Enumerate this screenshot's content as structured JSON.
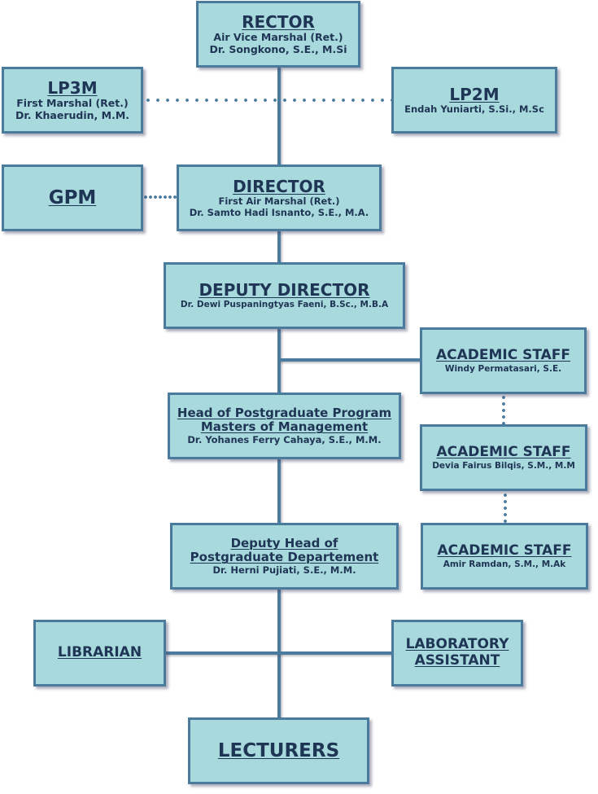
{
  "org_chart": {
    "rector": {
      "title": "RECTOR",
      "lines": [
        "Air Vice Marshal (Ret.)",
        "Dr. Songkono, S.E., M.Si"
      ]
    },
    "lp3m": {
      "title": "LP3M",
      "lines": [
        "First Marshal (Ret.)",
        "Dr. Khaerudin, M.M."
      ]
    },
    "lp2m": {
      "title": "LP2M",
      "lines": [
        "Endah Yuniarti, S.Si., M.Sc"
      ]
    },
    "gpm": {
      "title": "GPM"
    },
    "director": {
      "title": "DIRECTOR",
      "lines": [
        "First Air Marshal (Ret.)",
        "Dr. Samto Hadi Isnanto, S.E., M.A."
      ]
    },
    "deputy_director": {
      "title": "DEPUTY DIRECTOR",
      "lines": [
        "Dr. Dewi Puspaningtyas Faeni, B.Sc., M.B.A"
      ]
    },
    "academic_staff": [
      {
        "title": "ACADEMIC STAFF",
        "name": "Windy Permatasari, S.E."
      },
      {
        "title": "ACADEMIC STAFF",
        "name": "Devia Fairus Bilqis, S.M., M.M"
      },
      {
        "title": "ACADEMIC STAFF",
        "name": "Amir Ramdan, S.M., M.Ak"
      }
    ],
    "head_postgrad": {
      "title_lines": [
        "Head of Postgraduate Program",
        "Masters of Management"
      ],
      "name": "Dr. Yohanes Ferry Cahaya, S.E., M.M."
    },
    "deputy_head_postgrad": {
      "title_lines": [
        "Deputy Head of",
        "Postgraduate Departement"
      ],
      "name": "Dr. Herni Pujiati, S.E., M.M."
    },
    "librarian": {
      "title": "LIBRARIAN"
    },
    "lab_assistant": {
      "title_lines": [
        "LABORATORY",
        "ASSISTANT"
      ]
    },
    "lecturers": {
      "title": "LECTURERS"
    }
  },
  "colors": {
    "box_fill": "#a8d9dc",
    "box_border": "#4a7b9d",
    "text": "#1f3555",
    "connector": "#4a7b9d"
  }
}
